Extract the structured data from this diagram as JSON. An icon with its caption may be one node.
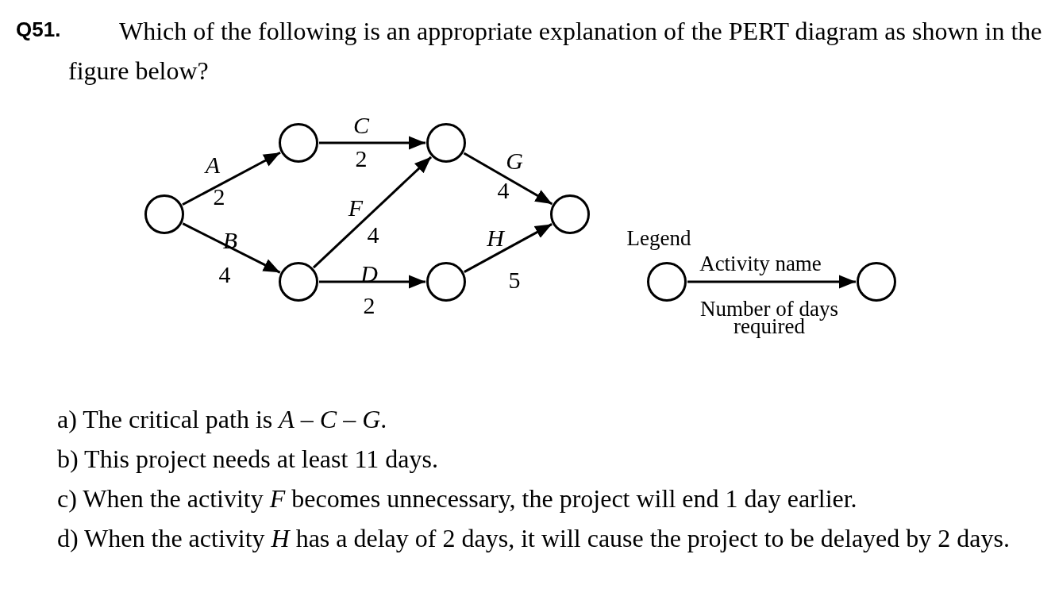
{
  "diagram": {
    "title": "Q51.",
    "nodes": [
      {
        "text": [],
        "shape": "circle"
      },
      {
        "text": [],
        "shape": "circle"
      },
      {
        "text": [],
        "shape": "circle"
      },
      {
        "text": [],
        "shape": "circle"
      },
      {
        "text": [],
        "shape": "circle"
      },
      {
        "text": [],
        "shape": "circle"
      },
      {
        "text": [],
        "shape": "circle"
      },
      {
        "text": [],
        "shape": "circle"
      }
    ],
    "edges": [
      {
        "from": 0,
        "to": 1,
        "arrow": "to",
        "label": "A"
      },
      {
        "from": 1,
        "to": 2,
        "arrow": "to",
        "label": "C"
      },
      {
        "from": 2,
        "to": 5,
        "arrow": "to",
        "label": "G"
      },
      {
        "from": 3,
        "to": 2,
        "arrow": "to",
        "label": "F"
      },
      {
        "from": 0,
        "to": 3,
        "arrow": "to",
        "label": "B"
      },
      {
        "from": 4,
        "to": 5,
        "arrow": "to",
        "label": "H"
      },
      {
        "from": 3,
        "to": 4,
        "arrow": "to",
        "label": "D"
      },
      {
        "from": 6,
        "to": 7,
        "arrow": "to",
        "label": "Activity name"
      }
    ],
    "labels": [
      "Which of the following is an appropriate explanation of the PERT diagram as shown in the figure below?",
      "2",
      "2",
      "4",
      "4",
      "4",
      "5",
      "2",
      "Legend",
      "Number of days required",
      "a) The critical path is *A* – *C* – *G*.",
      "b) This project needs at least 11 days.",
      "c) When the activity *F* becomes unnecessary, the project will end 1 day earlier.",
      "d) When the activity *H* has a delay of 2 days, it will cause the project to be delayed by 2 days."
    ]
  }
}
